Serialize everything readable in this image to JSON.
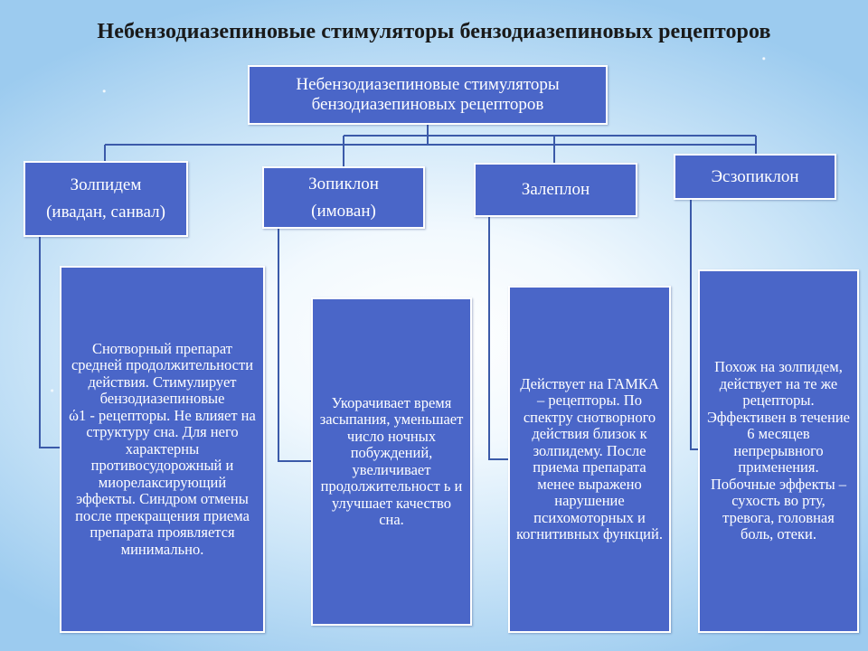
{
  "title": "Небензодиазепиновые  стимуляторы бензодиазепиновых рецепторов",
  "root": {
    "label": "Небензодиазепиновые  стимуляторы\nбензодиазепиновых рецепторов"
  },
  "colors": {
    "box_fill": "#4a66c8",
    "box_border": "#ffffff",
    "connector": "#3b5aa9"
  },
  "drugs": [
    {
      "name": "Золпидем\n(ивадан, санвал)",
      "description": "Снотворный препарат средней продолжительности действия. Стимулирует бензодиазепиновые\nώ1 - рецепторы. Не влияет на структуру сна. Для него характерны противосудорожный и миорелаксирующий эффекты. Синдром отмены после прекращения приема препарата проявляется минимально."
    },
    {
      "name": "Зопиклон\n(имован)",
      "description": "Укорачивает время засыпания, уменьшает число ночных побуждений, увеличивает продолжительност ь и улучшает качество сна."
    },
    {
      "name": "Залеплон",
      "description": "Действует на ГАМКА – рецепторы. По спектру снотворного действия близок к золпидему. После приема препарата менее выражено нарушение психомоторных и когнитивных функций."
    },
    {
      "name": "Эсзопиклон",
      "description": "Похож на золпидем, действует на те же рецепторы. Эффективен в течение 6 месяцев непрерывного применения. Побочные эффекты – сухость во рту, тревога, головная боль, отеки."
    }
  ]
}
